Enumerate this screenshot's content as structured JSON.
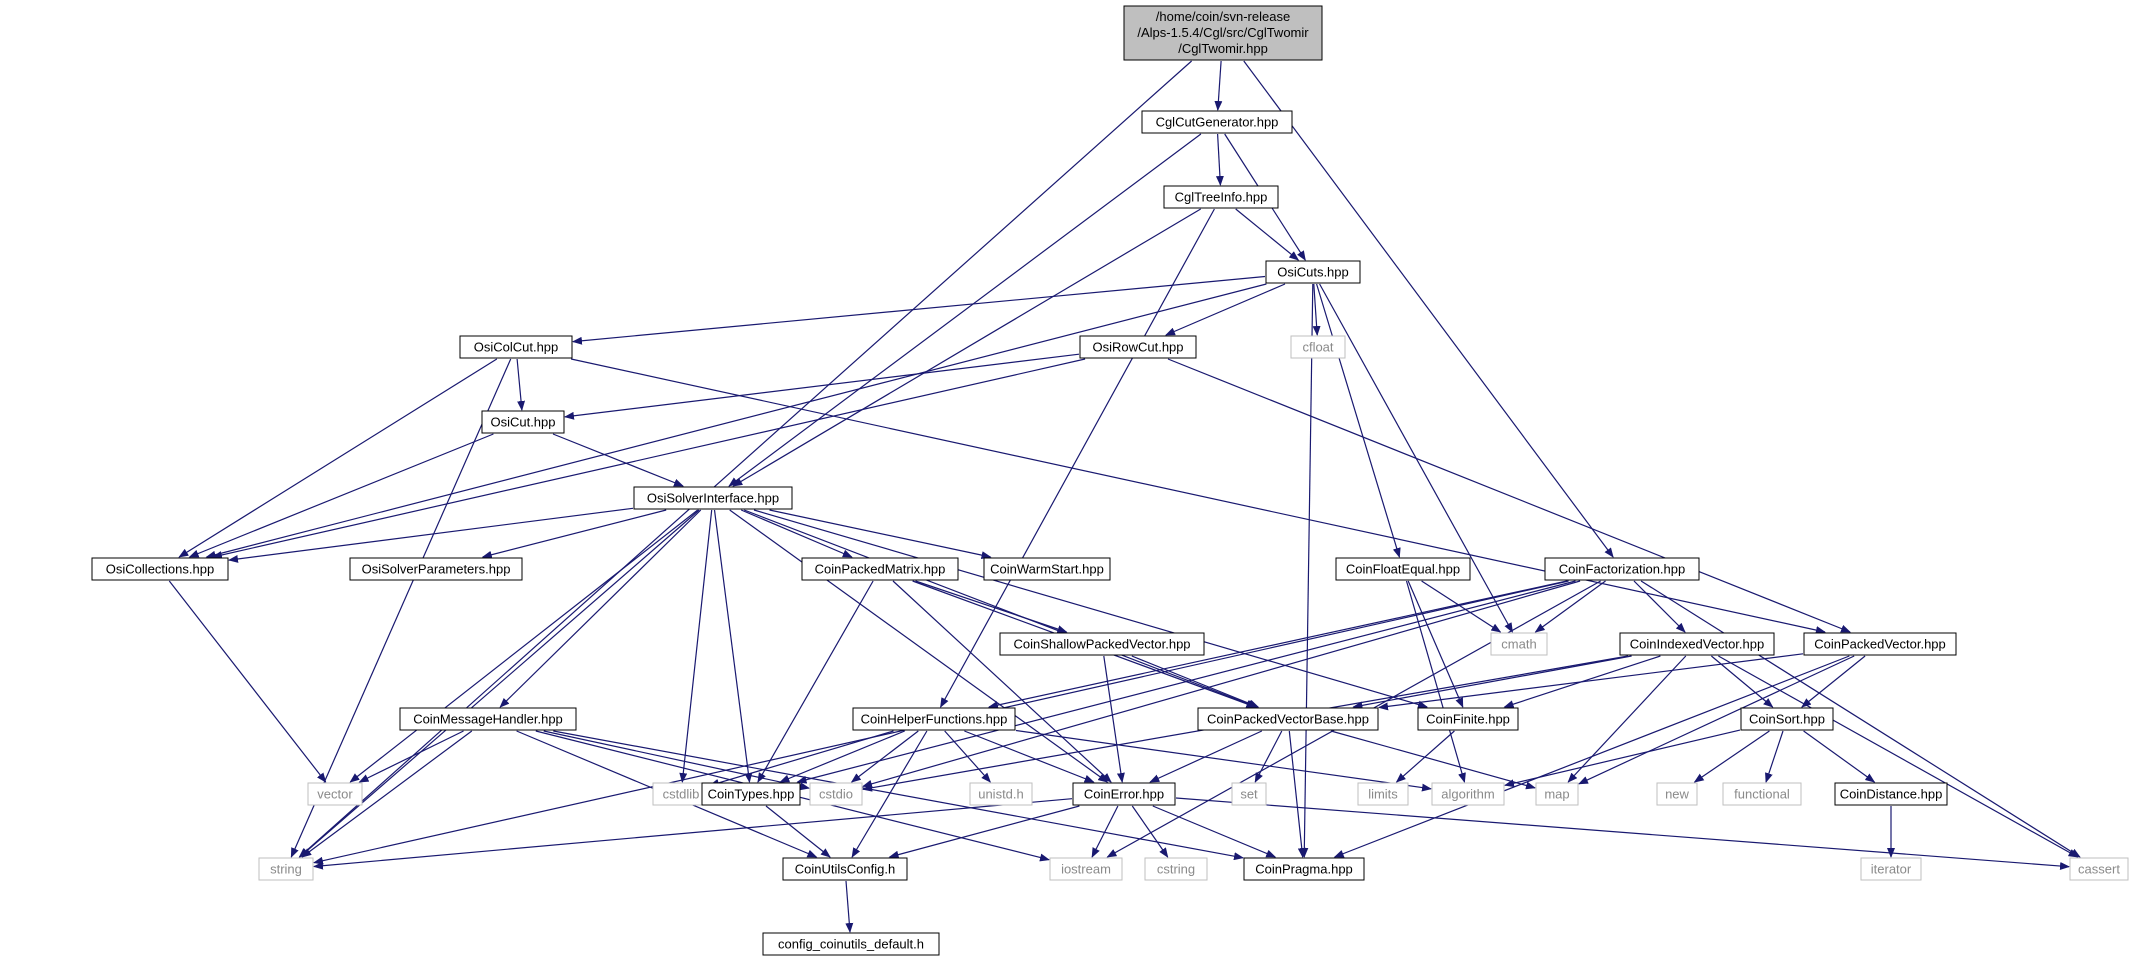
{
  "root": {
    "label_lines": [
      "/home/coin/svn-release",
      "/Alps-1.5.4/Cgl/src/CglTwomir",
      "/CglTwomir.hpp"
    ]
  },
  "nodes": [
    {
      "id": "cglcutgenerator",
      "label": "CglCutGenerator.hpp",
      "style": "header"
    },
    {
      "id": "cgltreeinfo",
      "label": "CglTreeInfo.hpp",
      "style": "header"
    },
    {
      "id": "osicuts",
      "label": "OsiCuts.hpp",
      "style": "header"
    },
    {
      "id": "osicolcut",
      "label": "OsiColCut.hpp",
      "style": "header"
    },
    {
      "id": "osirowcut",
      "label": "OsiRowCut.hpp",
      "style": "header"
    },
    {
      "id": "cfloat",
      "label": "cfloat",
      "style": "system"
    },
    {
      "id": "osicut",
      "label": "OsiCut.hpp",
      "style": "header"
    },
    {
      "id": "osisolverinterface",
      "label": "OsiSolverInterface.hpp",
      "style": "header"
    },
    {
      "id": "osicollections",
      "label": "OsiCollections.hpp",
      "style": "header"
    },
    {
      "id": "osisolverparameters",
      "label": "OsiSolverParameters.hpp",
      "style": "header"
    },
    {
      "id": "coinpackedmatrix",
      "label": "CoinPackedMatrix.hpp",
      "style": "header"
    },
    {
      "id": "coinwarmstart",
      "label": "CoinWarmStart.hpp",
      "style": "header"
    },
    {
      "id": "coinfloatequal",
      "label": "CoinFloatEqual.hpp",
      "style": "header"
    },
    {
      "id": "coinfactorization",
      "label": "CoinFactorization.hpp",
      "style": "header"
    },
    {
      "id": "cmath",
      "label": "cmath",
      "style": "system"
    },
    {
      "id": "coinshallowpackedvector",
      "label": "CoinShallowPackedVector.hpp",
      "style": "header"
    },
    {
      "id": "coinindexedvector",
      "label": "CoinIndexedVector.hpp",
      "style": "header"
    },
    {
      "id": "coinpackedvector",
      "label": "CoinPackedVector.hpp",
      "style": "header"
    },
    {
      "id": "coinmessagehandler",
      "label": "CoinMessageHandler.hpp",
      "style": "header"
    },
    {
      "id": "coinhelperfunctions",
      "label": "CoinHelperFunctions.hpp",
      "style": "header"
    },
    {
      "id": "coinpackedvectorbase",
      "label": "CoinPackedVectorBase.hpp",
      "style": "header"
    },
    {
      "id": "coinfinite",
      "label": "CoinFinite.hpp",
      "style": "header"
    },
    {
      "id": "coinsort",
      "label": "CoinSort.hpp",
      "style": "header"
    },
    {
      "id": "vector",
      "label": "vector",
      "style": "system"
    },
    {
      "id": "cstdlib",
      "label": "cstdlib",
      "style": "system"
    },
    {
      "id": "cointypes",
      "label": "CoinTypes.hpp",
      "style": "header"
    },
    {
      "id": "cstdio",
      "label": "cstdio",
      "style": "system"
    },
    {
      "id": "unistd",
      "label": "unistd.h",
      "style": "system"
    },
    {
      "id": "coinerror",
      "label": "CoinError.hpp",
      "style": "header"
    },
    {
      "id": "set",
      "label": "set",
      "style": "system"
    },
    {
      "id": "limits",
      "label": "limits",
      "style": "system"
    },
    {
      "id": "algorithm",
      "label": "algorithm",
      "style": "system"
    },
    {
      "id": "map",
      "label": "map",
      "style": "system"
    },
    {
      "id": "new",
      "label": "new",
      "style": "system"
    },
    {
      "id": "functional",
      "label": "functional",
      "style": "system"
    },
    {
      "id": "coindistance",
      "label": "CoinDistance.hpp",
      "style": "header"
    },
    {
      "id": "string",
      "label": "string",
      "style": "system"
    },
    {
      "id": "coinutilsconfig",
      "label": "CoinUtilsConfig.h",
      "style": "header"
    },
    {
      "id": "iostream",
      "label": "iostream",
      "style": "system"
    },
    {
      "id": "cstring",
      "label": "cstring",
      "style": "system"
    },
    {
      "id": "coinpragma",
      "label": "CoinPragma.hpp",
      "style": "header"
    },
    {
      "id": "cassert",
      "label": "cassert",
      "style": "system"
    },
    {
      "id": "iterator",
      "label": "iterator",
      "style": "system"
    },
    {
      "id": "configcoinutils",
      "label": "config_coinutils_default.h",
      "style": "header"
    }
  ],
  "edges": [
    [
      "root",
      "cglcutgenerator"
    ],
    [
      "root",
      "string"
    ],
    [
      "root",
      "coinfactorization"
    ],
    [
      "cglcutgenerator",
      "cgltreeinfo"
    ],
    [
      "cglcutgenerator",
      "osicuts"
    ],
    [
      "cglcutgenerator",
      "osisolverinterface"
    ],
    [
      "cgltreeinfo",
      "osicuts"
    ],
    [
      "cgltreeinfo",
      "osisolverinterface"
    ],
    [
      "cgltreeinfo",
      "coinhelperfunctions"
    ],
    [
      "osicuts",
      "osicolcut"
    ],
    [
      "osicuts",
      "osirowcut"
    ],
    [
      "osicuts",
      "cfloat"
    ],
    [
      "osicuts",
      "coinfloatequal"
    ],
    [
      "osicuts",
      "cmath"
    ],
    [
      "osicuts",
      "osicollections"
    ],
    [
      "osicuts",
      "coinpragma"
    ],
    [
      "osicolcut",
      "osicut"
    ],
    [
      "osicolcut",
      "osicollections"
    ],
    [
      "osicolcut",
      "string"
    ],
    [
      "osicolcut",
      "coinpackedvector"
    ],
    [
      "osirowcut",
      "osicut"
    ],
    [
      "osirowcut",
      "osicollections"
    ],
    [
      "osirowcut",
      "coinpackedvector"
    ],
    [
      "osicut",
      "osisolverinterface"
    ],
    [
      "osicut",
      "osicollections"
    ],
    [
      "osisolverinterface",
      "osicollections"
    ],
    [
      "osisolverinterface",
      "osisolverparameters"
    ],
    [
      "osisolverinterface",
      "coinpackedmatrix"
    ],
    [
      "osisolverinterface",
      "coinwarmstart"
    ],
    [
      "osisolverinterface",
      "coinmessagehandler"
    ],
    [
      "osisolverinterface",
      "coinpackedvectorbase"
    ],
    [
      "osisolverinterface",
      "coinfinite"
    ],
    [
      "osisolverinterface",
      "cointypes"
    ],
    [
      "osisolverinterface",
      "coinerror"
    ],
    [
      "osisolverinterface",
      "cstdlib"
    ],
    [
      "osisolverinterface",
      "vector"
    ],
    [
      "osisolverinterface",
      "string"
    ],
    [
      "osicollections",
      "vector"
    ],
    [
      "coinpackedmatrix",
      "coinshallowpackedvector"
    ],
    [
      "coinpackedmatrix",
      "coinpackedvectorbase"
    ],
    [
      "coinpackedmatrix",
      "coinerror"
    ],
    [
      "coinpackedmatrix",
      "cointypes"
    ],
    [
      "coinfloatequal",
      "cmath"
    ],
    [
      "coinfloatequal",
      "coinfinite"
    ],
    [
      "coinfloatequal",
      "algorithm"
    ],
    [
      "coinfactorization",
      "cmath"
    ],
    [
      "coinfactorization",
      "coinindexedvector"
    ],
    [
      "coinfactorization",
      "cointypes"
    ],
    [
      "coinfactorization",
      "coinhelperfunctions"
    ],
    [
      "coinfactorization",
      "string"
    ],
    [
      "coinfactorization",
      "cassert"
    ],
    [
      "coinfactorization",
      "iostream"
    ],
    [
      "coinfactorization",
      "cstdio"
    ],
    [
      "coinshallowpackedvector",
      "coinpackedvectorbase"
    ],
    [
      "coinshallowpackedvector",
      "coinerror"
    ],
    [
      "coinindexedvector",
      "coinfinite"
    ],
    [
      "coinindexedvector",
      "coinpackedvectorbase"
    ],
    [
      "coinindexedvector",
      "coinsort"
    ],
    [
      "coinindexedvector",
      "map"
    ],
    [
      "coinindexedvector",
      "cassert"
    ],
    [
      "coinindexedvector",
      "cstdio"
    ],
    [
      "coinpackedvector",
      "coinpackedvectorbase"
    ],
    [
      "coinpackedvector",
      "coinsort"
    ],
    [
      "coinpackedvector",
      "map"
    ],
    [
      "coinpackedvector",
      "coinpragma"
    ],
    [
      "coinmessagehandler",
      "vector"
    ],
    [
      "coinmessagehandler",
      "string"
    ],
    [
      "coinmessagehandler",
      "cstdio"
    ],
    [
      "coinmessagehandler",
      "coinutilsconfig"
    ],
    [
      "coinmessagehandler",
      "iostream"
    ],
    [
      "coinmessagehandler",
      "coinpragma"
    ],
    [
      "coinhelperfunctions",
      "cstdlib"
    ],
    [
      "coinhelperfunctions",
      "cointypes"
    ],
    [
      "coinhelperfunctions",
      "cstdio"
    ],
    [
      "coinhelperfunctions",
      "unistd"
    ],
    [
      "coinhelperfunctions",
      "coinerror"
    ],
    [
      "coinhelperfunctions",
      "algorithm"
    ],
    [
      "coinhelperfunctions",
      "coinutilsconfig"
    ],
    [
      "coinpackedvectorbase",
      "set"
    ],
    [
      "coinpackedvectorbase",
      "coinerror"
    ],
    [
      "coinpackedvectorbase",
      "map"
    ],
    [
      "coinpackedvectorbase",
      "coinpragma"
    ],
    [
      "coinfinite",
      "limits"
    ],
    [
      "coinsort",
      "new"
    ],
    [
      "coinsort",
      "functional"
    ],
    [
      "coinsort",
      "coindistance"
    ],
    [
      "coinsort",
      "algorithm"
    ],
    [
      "cointypes",
      "coinutilsconfig"
    ],
    [
      "coinerror",
      "string"
    ],
    [
      "coinerror",
      "iostream"
    ],
    [
      "coinerror",
      "cstring"
    ],
    [
      "coinerror",
      "coinpragma"
    ],
    [
      "coinerror",
      "cassert"
    ],
    [
      "coinerror",
      "coinutilsconfig"
    ],
    [
      "coindistance",
      "iterator"
    ],
    [
      "coinutilsconfig",
      "configcoinutils"
    ]
  ],
  "colors": {
    "edge": "#191970",
    "root_fill": "#bfbfbf",
    "node_border": "#000000",
    "system_border": "#bfbfbf",
    "system_text": "#8a8a8a"
  }
}
